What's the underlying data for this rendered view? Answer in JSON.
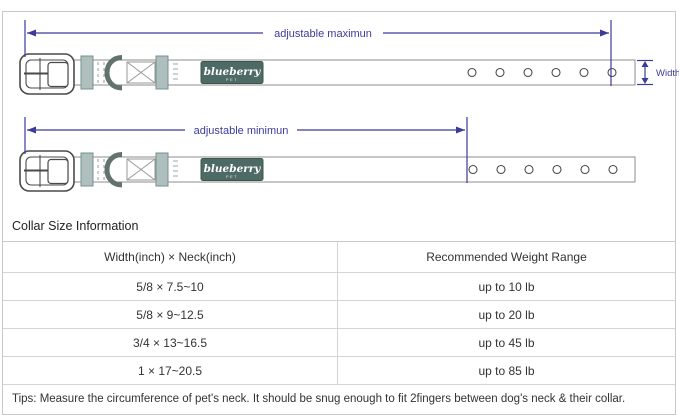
{
  "diagram": {
    "accent_color": "#3b3b9a",
    "max_label": "adjustable maximun",
    "min_label": "adjustable minimun",
    "width_label": "Width",
    "brand": {
      "name": "blueberry",
      "sub": "PET",
      "patch_color": "#4e6a66"
    }
  },
  "table": {
    "title": "Collar Size Information",
    "columns": [
      "Width(inch)  ×  Neck(inch)",
      "Recommended Weight Range"
    ],
    "rows": [
      [
        "5/8 × 7.5~10",
        "up to 10 lb"
      ],
      [
        "5/8 × 9~12.5",
        "up to 20 lb"
      ],
      [
        "3/4 × 13~16.5",
        "up to 45 lb"
      ],
      [
        "1 × 17~20.5",
        "up to 85 lb"
      ]
    ],
    "tips": "Tips: Measure the circumference of pet's neck. It should be snug enough to fit 2fingers between dog's neck & their collar."
  }
}
